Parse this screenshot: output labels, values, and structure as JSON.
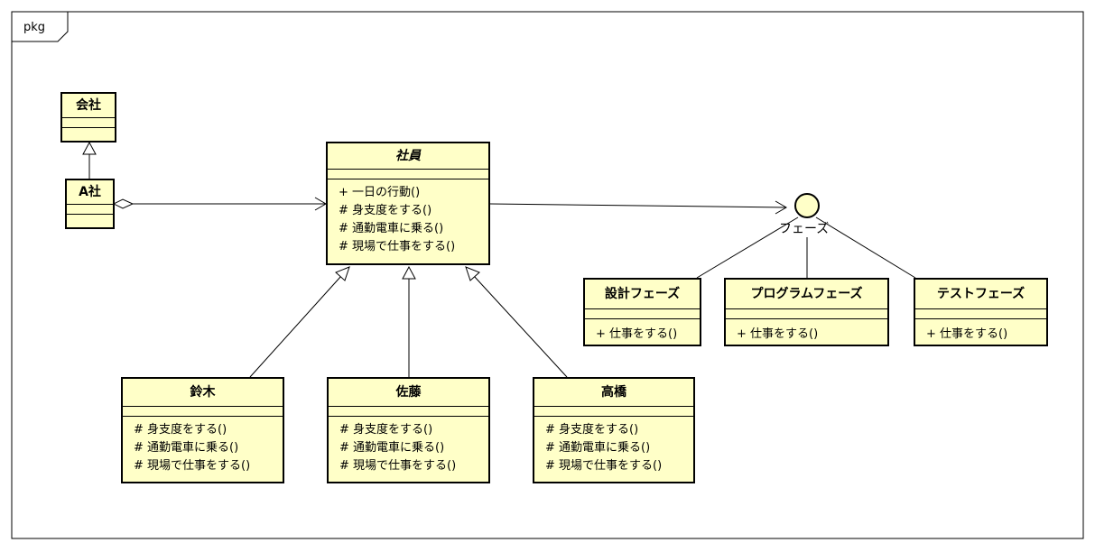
{
  "frame": {
    "label": "pkg"
  },
  "colors": {
    "class_fill": "#ffffc8",
    "line": "#000000"
  },
  "interface": {
    "name": "フェーズ"
  },
  "classes": {
    "kaisha": {
      "name": "会社"
    },
    "a_sha": {
      "name": "A社"
    },
    "shain": {
      "name": "社員",
      "ops": [
        "+ 一日の行動()",
        "# 身支度をする()",
        "# 通勤電車に乗る()",
        "# 現場で仕事をする()"
      ]
    },
    "suzuki": {
      "name": "鈴木",
      "ops": [
        "# 身支度をする()",
        "# 通勤電車に乗る()",
        "# 現場で仕事をする()"
      ]
    },
    "sato": {
      "name": "佐藤",
      "ops": [
        "# 身支度をする()",
        "# 通勤電車に乗る()",
        "# 現場で仕事をする()"
      ]
    },
    "takahashi": {
      "name": "高橋",
      "ops": [
        "# 身支度をする()",
        "# 通勤電車に乗る()",
        "# 現場で仕事をする()"
      ]
    },
    "sekkei": {
      "name": "設計フェーズ",
      "ops": [
        "+ 仕事をする()"
      ]
    },
    "programming": {
      "name": "プログラムフェーズ",
      "ops": [
        "+ 仕事をする()"
      ]
    },
    "test": {
      "name": "テストフェーズ",
      "ops": [
        "+ 仕事をする()"
      ]
    }
  }
}
